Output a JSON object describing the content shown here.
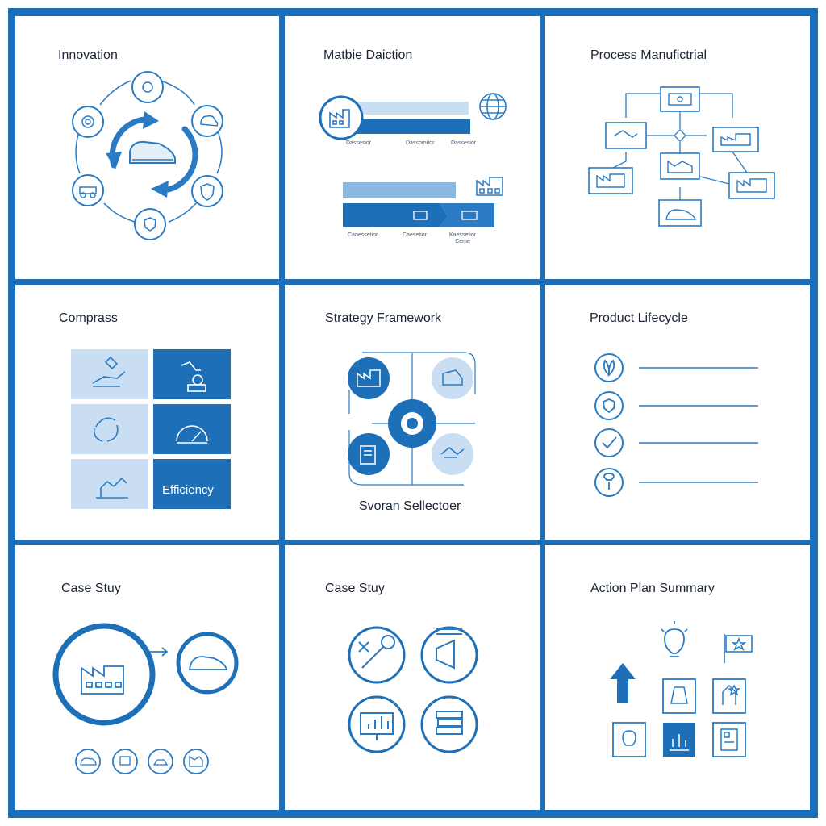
{
  "panels": {
    "innovation": {
      "title": "Innovation"
    },
    "matbie": {
      "title": "Matbie Daiction",
      "labels_top": [
        "Dassesior",
        "Dassomitor",
        "Dassesior"
      ],
      "labels_bottom": [
        "Canessetior",
        "Caesetior",
        "Kaessetior\nCeme"
      ]
    },
    "process": {
      "title": "Process Manufictrial"
    },
    "compress": {
      "title": "Comprass",
      "efficiency_label": "Efficiency"
    },
    "strategy": {
      "title": "Strategy Framework",
      "caption": "Svoran Sellectoer"
    },
    "lifecycle": {
      "title": "Product Lifecycle"
    },
    "case1": {
      "title": "Case Stuy"
    },
    "case2": {
      "title": "Case Stuy"
    },
    "action": {
      "title": "Action Plan Summary"
    }
  },
  "colors": {
    "frame": "#1d6fb8",
    "primary": "#2a7bc4",
    "light": "#c9def2",
    "pale": "#e3eef9"
  }
}
